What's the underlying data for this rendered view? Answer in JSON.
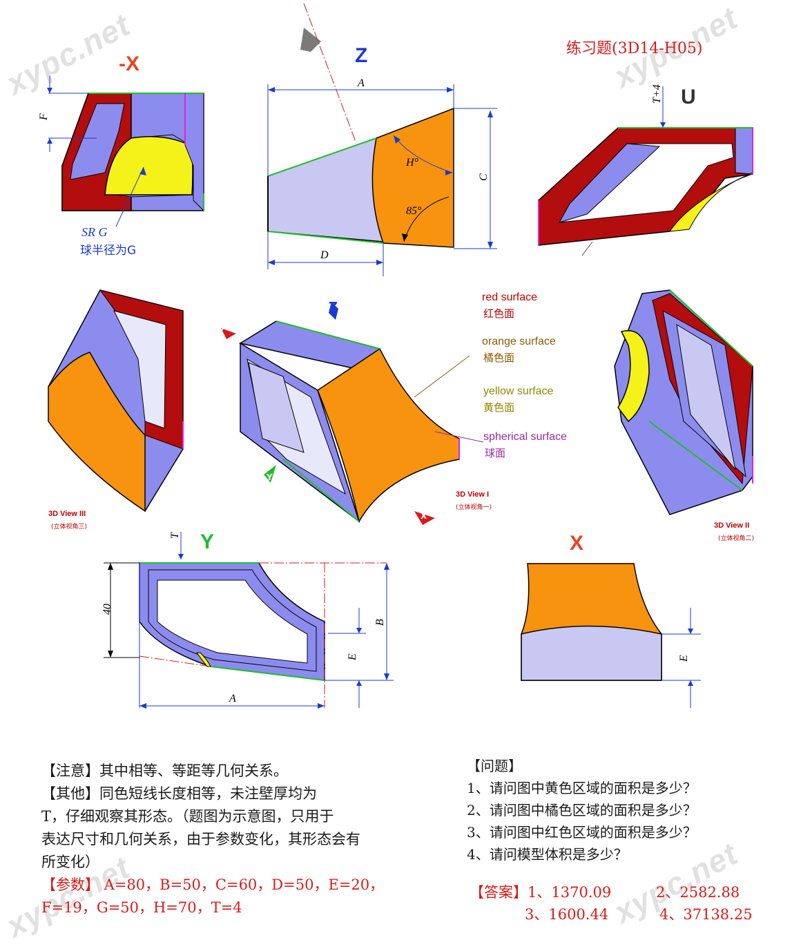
{
  "title": "练习题(3D14-H05)",
  "views": {
    "neg_x": "-X",
    "z": "Z",
    "u": "U",
    "y": "Y",
    "x": "X"
  },
  "dims": {
    "A": "A",
    "B": "B",
    "C": "C",
    "D": "D",
    "E": "E",
    "F": "F",
    "H": "H°",
    "angle85": "85°",
    "T": "T",
    "T4": "T+4",
    "forty": "40"
  },
  "sr_label": "SR G",
  "sr_note": "球半径为G",
  "surfaces": {
    "red_en": "red surface",
    "red_cn": "红色面",
    "orange_en": "orange surface",
    "orange_cn": "橘色面",
    "yellow_en": "yellow surface",
    "yellow_cn": "黄色面",
    "sphere_en": "spherical surface",
    "sphere_cn": "球面"
  },
  "view3d": {
    "one_en": "3D View I",
    "one_cn": "(立体视角一)",
    "two_en": "3D View II",
    "two_cn": "(立体视角二)",
    "three_en": "3D View III",
    "three_cn": "(立体视角三)"
  },
  "arrows": {
    "z": "Z",
    "x": "X",
    "y": "Y",
    "neg_x": "-X",
    "u": "U"
  },
  "notes": {
    "line1": "【注意】其中相等、等距等几何关系。",
    "line2": "【其他】同色短线长度相等，未注壁厚均为",
    "line3": "T，仔细观察其形态。（题图为示意图，只用于",
    "line4": "表达尺寸和几何关系，由于参数变化，其形态会有",
    "line5": "所变化）",
    "params_label": "【参数】",
    "params1": " A=80，B=50，C=60，D=50，E=20，",
    "params2": "F=19，G=50，H=70，T=4"
  },
  "questions": {
    "header": "【问题】",
    "q1": "1、请问图中黄色区域的面积是多少？",
    "q2": "2、请问图中橘色区域的面积是多少？",
    "q3": "3、请问图中红色区域的面积是多少？",
    "q4": "4、请问模型体积是多少？"
  },
  "answers": {
    "label": "【答案】",
    "a1": "1、1370.09",
    "a2": "2、2582.88",
    "a3": "3、1600.44",
    "a4": "4、37138.25"
  },
  "watermark": "xypc.net",
  "colors": {
    "red": "#b30d0d",
    "orange": "#f7930f",
    "yellow": "#f5f21a",
    "purple": "#8c8cee",
    "light_purple": "#c9c8f2",
    "green": "#1fbf2a",
    "magenta": "#e020e0"
  }
}
